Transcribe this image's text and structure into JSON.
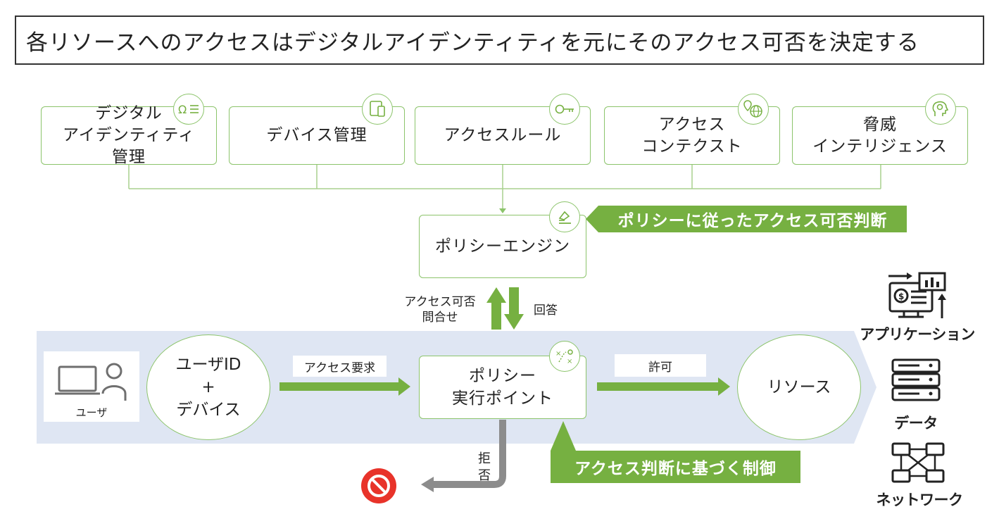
{
  "title": "各リソースへのアクセスはデジタルアイデンティティを元にそのアクセス可否を決定する",
  "sources": [
    {
      "label": "デジタル\nアイデンティティ\n管理",
      "icon": "identity-icon"
    },
    {
      "label": "デバイス管理",
      "icon": "device-icon"
    },
    {
      "label": "アクセスルール",
      "icon": "key-icon"
    },
    {
      "label": "アクセス\nコンテクスト",
      "icon": "globe-pin-icon"
    },
    {
      "label": "脅威\nインテリジェンス",
      "icon": "brain-gear-icon"
    }
  ],
  "policy_engine": {
    "label": "ポリシーエンジン",
    "icon": "gavel-icon"
  },
  "callouts": {
    "engine": "ポリシーに従ったアクセス可否判断",
    "enforcement": "アクセス判断に基づく制御"
  },
  "flow_labels": {
    "inquiry": "アクセス可否\n問合せ",
    "answer": "回答",
    "request": "アクセス要求",
    "permit": "許可",
    "deny": "拒\n否"
  },
  "user": {
    "label": "ユーザ",
    "icon": "user-laptop-icon"
  },
  "identity_node": "ユーザID\n+\nデバイス",
  "pep": {
    "label": "ポリシー\n実行ポイント",
    "icon": "strategy-icon"
  },
  "resource": "リソース",
  "deny_icon": "prohibited-icon",
  "resource_types": [
    {
      "label": "アプリケーション",
      "icon": "application-icon"
    },
    {
      "label": "データ",
      "icon": "database-icon"
    },
    {
      "label": "ネットワーク",
      "icon": "network-icon"
    }
  ],
  "colors": {
    "green": "#76b041",
    "green_line": "#8cc46b",
    "band": "#dfe6f3",
    "gray_arrow": "#8c8c8c",
    "deny_red": "#e8332a"
  }
}
